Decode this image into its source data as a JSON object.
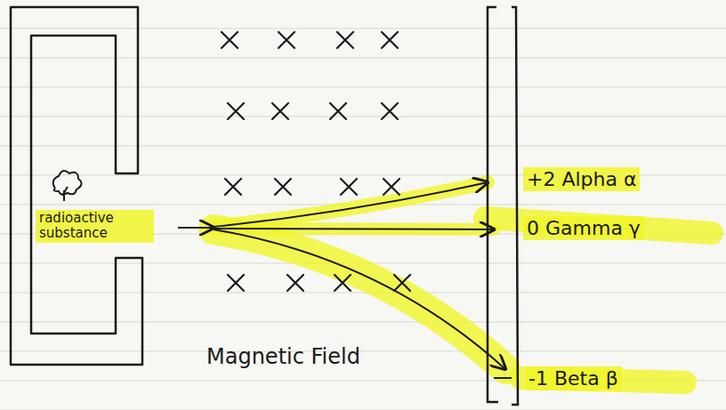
{
  "diagram": {
    "labels": [
      "radioactive substance",
      "Magnetic Field",
      "+2 Alpha α",
      "0 Gamma γ",
      "-1 Beta β"
    ]
  }
}
